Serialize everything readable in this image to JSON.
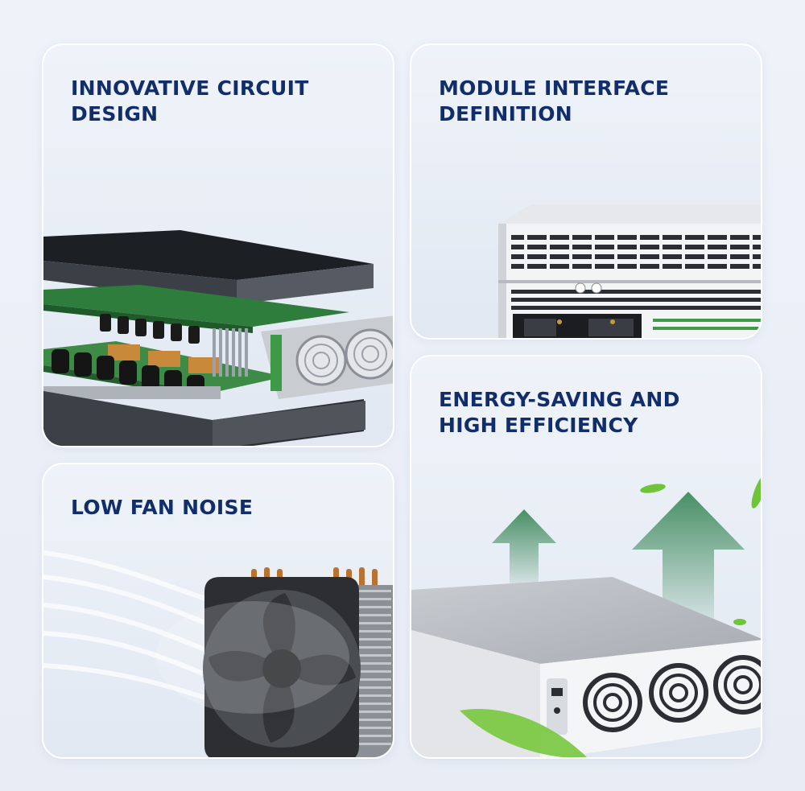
{
  "cards": {
    "circuit": {
      "title": "INNOVATIVE CIRCUIT DESIGN",
      "image_icon": "exploded-circuit-assembly"
    },
    "interface": {
      "title": "MODULE INTERFACE DEFINITION",
      "image_icon": "module-rear-panel"
    },
    "fan": {
      "title": "LOW FAN NOISE",
      "image_icon": "cooling-fan-heatsink"
    },
    "energy": {
      "title": "ENERGY-SAVING AND HIGH EFFICIENCY",
      "image_icon": "power-module-with-arrows"
    }
  },
  "colors": {
    "title": "#112e6b",
    "card_bg": "#eaeff7",
    "pcb_green": "#3c8a45",
    "arrow_green": "#3f8a5c",
    "leaf_green": "#6fc43a"
  }
}
